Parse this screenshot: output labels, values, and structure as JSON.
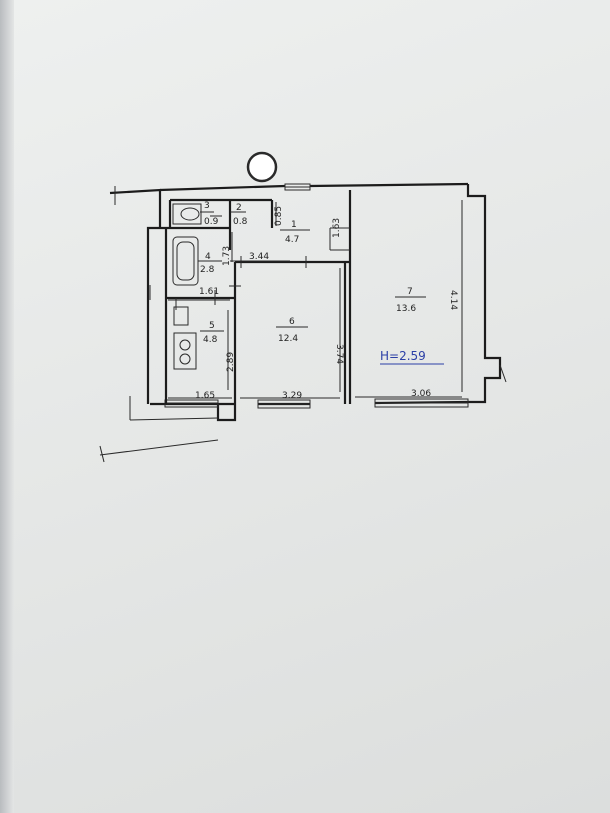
{
  "rooms": [
    {
      "number": "1",
      "area": "4.7"
    },
    {
      "number": "2",
      "area": "0.8"
    },
    {
      "number": "3",
      "area": "0.9"
    },
    {
      "number": "4",
      "area": "2.8"
    },
    {
      "number": "5",
      "area": "4.8"
    },
    {
      "number": "6",
      "area": "12.4"
    },
    {
      "number": "7",
      "area": "13.6"
    }
  ],
  "dimensions": {
    "d_085": "0.85",
    "d_163": "1.63",
    "d_344": "3.44",
    "d_173": "1.73",
    "d_161": "1.61",
    "d_289": "2.89",
    "d_374": "3.74",
    "d_414": "4.14",
    "d_165": "1.65",
    "d_329": "3.29",
    "d_306": "3.06"
  },
  "ceiling_height": "H=2.59"
}
